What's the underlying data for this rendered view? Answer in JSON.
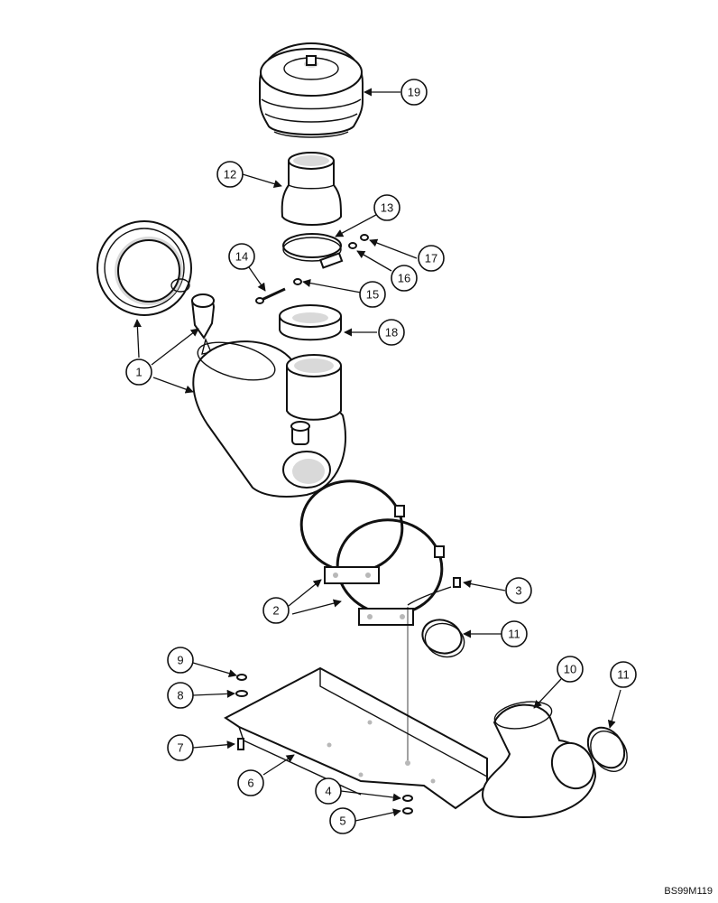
{
  "diagram": {
    "drawing_code": "BS99M119",
    "callouts": [
      {
        "id": "c1",
        "label": "1"
      },
      {
        "id": "c2",
        "label": "2"
      },
      {
        "id": "c3",
        "label": "3"
      },
      {
        "id": "c4",
        "label": "4"
      },
      {
        "id": "c5",
        "label": "5"
      },
      {
        "id": "c6",
        "label": "6"
      },
      {
        "id": "c7",
        "label": "7"
      },
      {
        "id": "c8",
        "label": "8"
      },
      {
        "id": "c9",
        "label": "9"
      },
      {
        "id": "c10",
        "label": "10"
      },
      {
        "id": "c11a",
        "label": "11"
      },
      {
        "id": "c11b",
        "label": "11"
      },
      {
        "id": "c12",
        "label": "12"
      },
      {
        "id": "c13",
        "label": "13"
      },
      {
        "id": "c14",
        "label": "14"
      },
      {
        "id": "c15",
        "label": "15"
      },
      {
        "id": "c16",
        "label": "16"
      },
      {
        "id": "c17",
        "label": "17"
      },
      {
        "id": "c18",
        "label": "18"
      },
      {
        "id": "c19",
        "label": "19"
      }
    ]
  }
}
